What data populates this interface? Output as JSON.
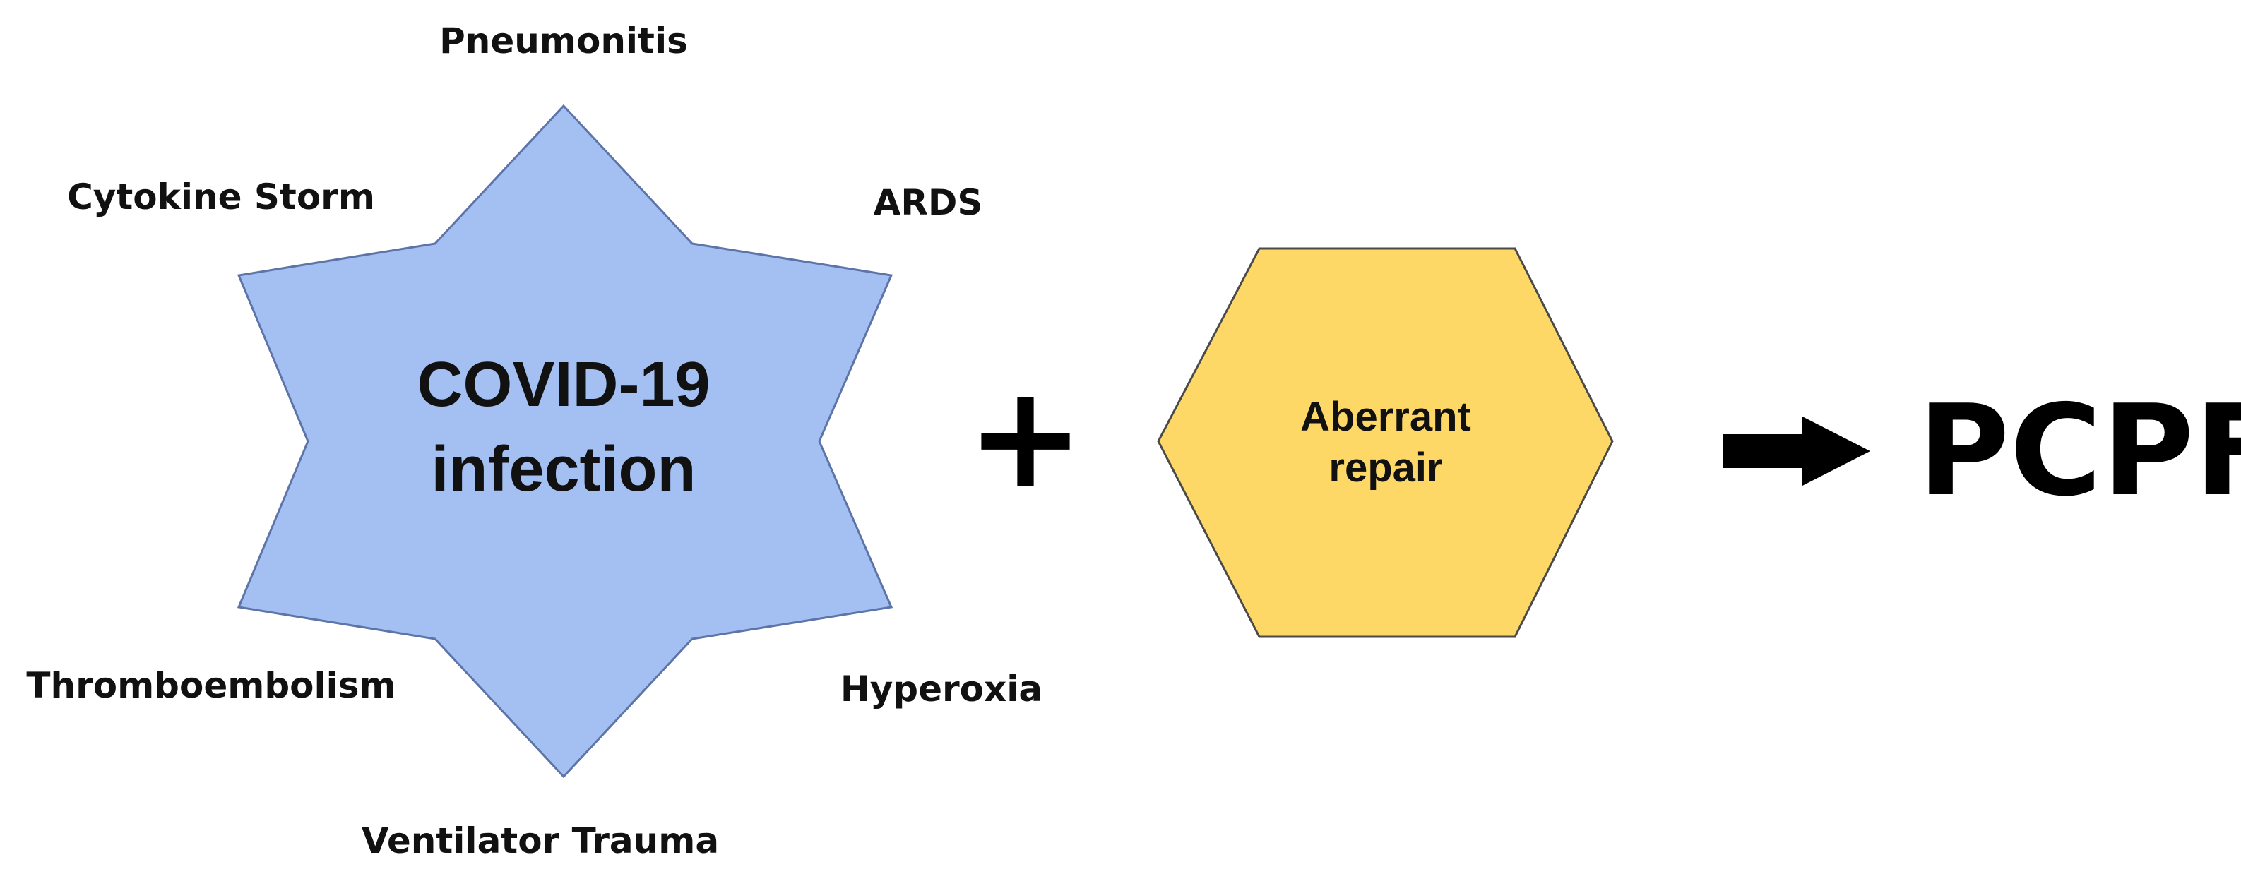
{
  "diagram": {
    "factors": {
      "top": "Pneumonitis",
      "upper_left": "Cytokine Storm",
      "upper_right": "ARDS",
      "lower_left": "Thromboembolism",
      "lower_right": "Hyperoxia",
      "bottom": "Ventilator Trauma"
    },
    "center": {
      "line1": "COVID-19",
      "line2": "infection"
    },
    "operator": "+",
    "hexagon": {
      "line1": "Aberrant",
      "line2": "repair"
    },
    "result": "PCPF",
    "colors": {
      "star_fill": "#a4bff1",
      "star_stroke": "#5d74a8",
      "hex_fill": "#fdd867",
      "hex_stroke": "#4a4a4a",
      "text": "#111111"
    },
    "icons": {
      "arrow": "right-arrow-icon"
    }
  }
}
